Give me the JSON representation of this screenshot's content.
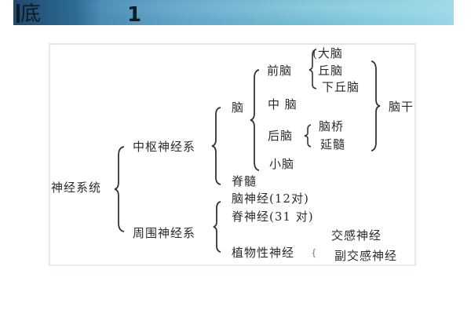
{
  "header": {
    "title_char": "底",
    "cropped_glyph": "1",
    "gradient_start": "#1d4a6e",
    "gradient_end": "#9ad6e6"
  },
  "diagram": {
    "root": "神经系统",
    "cns": {
      "label": "中枢神经系",
      "brain": {
        "label": "脑",
        "forebrain": {
          "label": "前脑",
          "parts": [
            "(大脑",
            "丘脑",
            "下丘脑"
          ]
        },
        "midbrain": "中 脑",
        "hindbrain": {
          "label": "后脑",
          "parts": [
            "脑桥",
            "延髓"
          ]
        },
        "cerebellum": "小脑",
        "brainstem": "脑干"
      },
      "spinal_cord": "脊髓"
    },
    "pns": {
      "label": "周围神经系",
      "cranial_nerves": "脑神经(12对)",
      "spinal_nerves": "脊神经(31 对)",
      "autonomic": {
        "label": "植物性神经",
        "brace": "{",
        "parts": [
          "交感神经",
          "副交感神经"
        ]
      }
    }
  }
}
